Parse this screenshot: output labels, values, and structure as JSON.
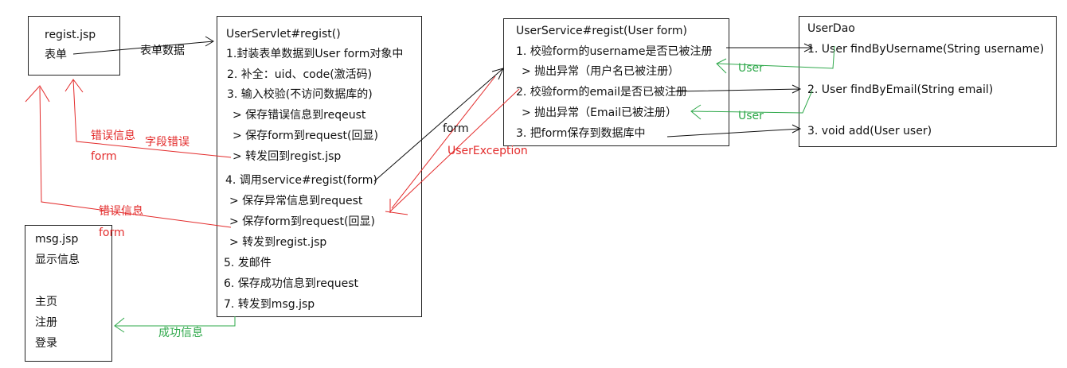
{
  "regist_box": {
    "title": "regist.jsp",
    "form": "表单"
  },
  "servlet_box": {
    "title": "UserServlet#regist()",
    "lines": [
      "1.封装表单数据到User form对象中",
      "2. 补全：uid、code(激活码)",
      "3. 输入校验(不访问数据库的)",
      "> 保存错误信息到reqeust",
      "> 保存form到request(回显)",
      "> 转发回到regist.jsp",
      "4. 调用service#regist(form)",
      "> 保存异常信息到request",
      "> 保存form到request(回显)",
      "> 转发到regist.jsp",
      "5. 发邮件",
      "6. 保存成功信息到request",
      "7. 转发到msg.jsp"
    ]
  },
  "service_box": {
    "title": "UserService#regist(User form)",
    "lines": [
      "1. 校验form的username是否已被注册",
      "> 抛出异常（用户名已被注册）",
      "2. 校验form的email是否已被注册",
      "> 抛出异常（Email已被注册）",
      "3. 把form保存到数据库中"
    ]
  },
  "dao_box": {
    "title": "UserDao",
    "lines": [
      "1. User findByUsername(String username)",
      "2. User findByEmail(String email)",
      "3. void add(User user)"
    ]
  },
  "msg_box": {
    "title": "msg.jsp",
    "lines": [
      "显示信息",
      "",
      "主页",
      "注册",
      "登录"
    ]
  },
  "labels": {
    "form_data": "表单数据",
    "form_to_service": "form",
    "user_exception": "UserException",
    "error_info_1": "错误信息",
    "field_error": "字段错误",
    "form_1": "form",
    "error_info_2": "错误信息",
    "form_2": "form",
    "success_info": "成功信息",
    "user_1": "User",
    "user_2": "User"
  },
  "colors": {
    "black": "#111111",
    "red": "#e32b2b",
    "green": "#2ea84a"
  }
}
